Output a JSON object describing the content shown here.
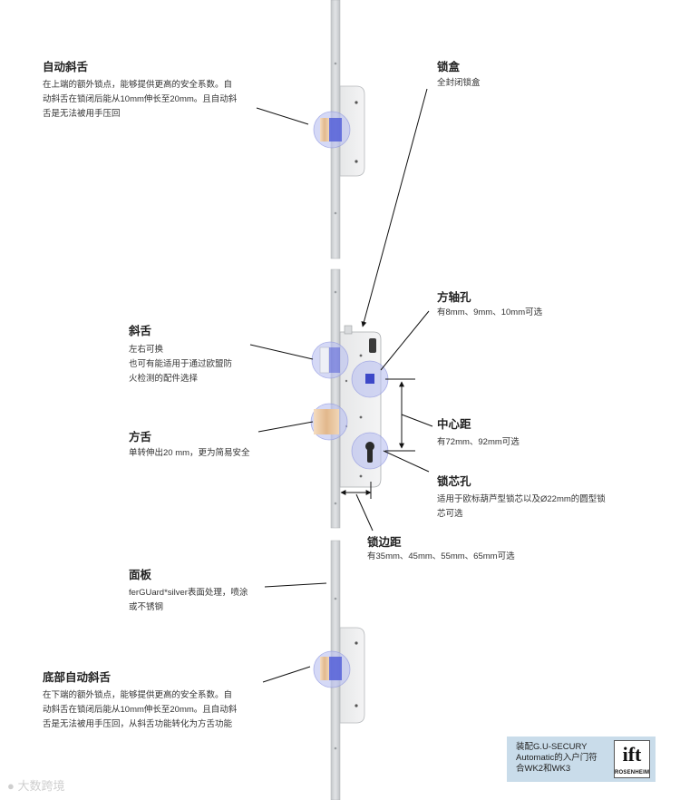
{
  "labels": {
    "auto_latch": {
      "title": "自动斜舌",
      "lines": [
        "在上端的额外锁点，能够提供更高的安全系数。自",
        "动斜舌在锁闭后能从10mm伸长至20mm。且自动斜",
        "舌是无法被用手压回"
      ]
    },
    "lock_case": {
      "title": "锁盒",
      "desc": "全封闭锁盒"
    },
    "spindle_hole": {
      "title": "方轴孔",
      "desc": "有8mm、9mm、10mm可选"
    },
    "latch": {
      "title": "斜舌",
      "lines": [
        "左右可换",
        "也可有能适用于通过欧盟防",
        "火检测的配件选择"
      ]
    },
    "center_distance": {
      "title": "中心距",
      "desc": "有72mm、92mm可选"
    },
    "deadbolt": {
      "title": "方舌",
      "desc": "单转伸出20 mm，更为简易安全"
    },
    "cylinder_hole": {
      "title": "锁芯孔",
      "lines": [
        "适用于欧标葫芦型锁芯以及Ø22mm的圆型锁",
        "芯可选"
      ]
    },
    "backset": {
      "title": "锁边距",
      "desc": "有35mm、45mm、55mm、65mm可选"
    },
    "faceplate": {
      "title": "面板",
      "lines": [
        "ferGUard*silver表面处理，喷涂",
        "或不锈钢"
      ]
    },
    "bottom_auto_latch": {
      "title": "底部自动斜舌",
      "lines": [
        "在下端的额外锁点，能够提供更高的安全系数。自",
        "动斜舌在锁闭后能从10mm伸长至20mm。且自动斜",
        "舌是无法被用手压回，从斜舌功能转化为方舌功能"
      ]
    }
  },
  "certification": {
    "lines": [
      "装配G.U-SECURY",
      "Automatic的入户门符",
      "合WK2和WK3"
    ],
    "logo_mark": "ift",
    "logo_sub": "ROSENHEIM"
  },
  "watermark": "大数跨境",
  "colors": {
    "plate": "#d6d8da",
    "highlight": "#b9bff0",
    "bolt_blue": "#5560d8",
    "brass": "#e8c9a6",
    "line": "#111111"
  }
}
